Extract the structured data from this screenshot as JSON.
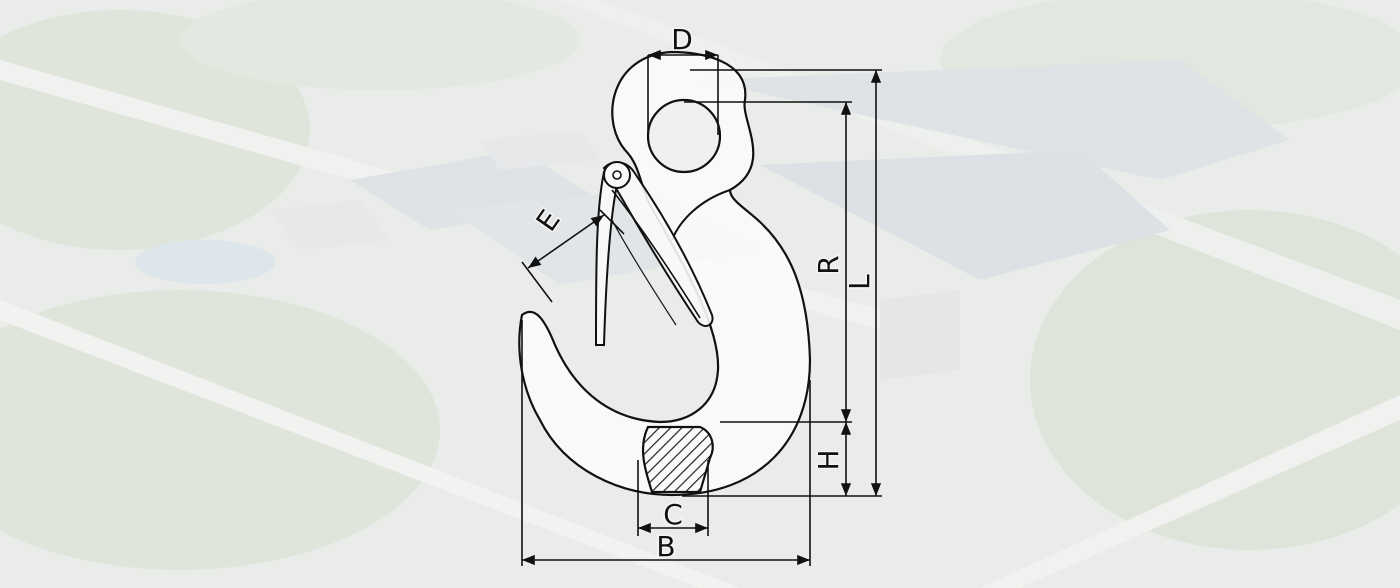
{
  "diagram": {
    "labels": {
      "d": "D",
      "e": "E",
      "r": "R",
      "l": "L",
      "h": "H",
      "c": "C",
      "b": "B"
    }
  }
}
